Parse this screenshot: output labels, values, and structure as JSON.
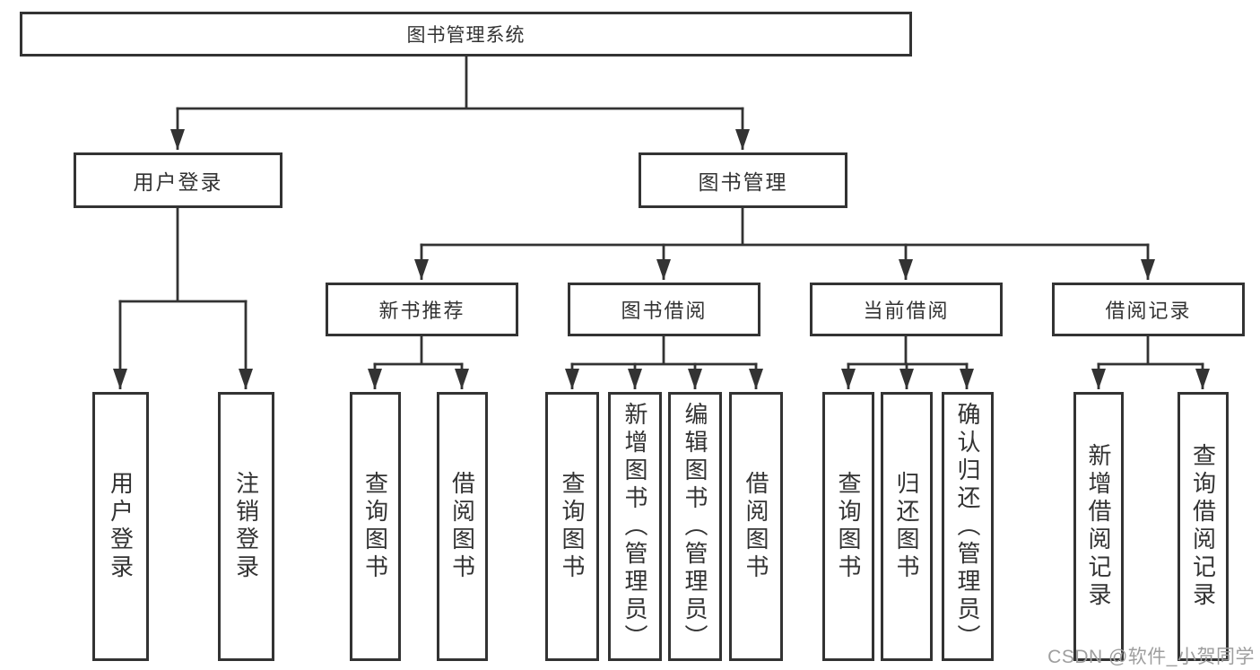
{
  "diagram": {
    "root": {
      "label": "图书管理系统"
    },
    "branches": [
      {
        "label": "用户登录",
        "children": [
          {
            "label": "用户登录"
          },
          {
            "label": "注销登录"
          }
        ]
      },
      {
        "label": "图书管理",
        "children": [
          {
            "label": "新书推荐",
            "children": [
              {
                "label": "查询图书"
              },
              {
                "label": "借阅图书"
              }
            ]
          },
          {
            "label": "图书借阅",
            "children": [
              {
                "label": "查询图书"
              },
              {
                "label": "新增图书（管理员）"
              },
              {
                "label": "编辑图书（管理员）"
              },
              {
                "label": "借阅图书"
              }
            ]
          },
          {
            "label": "当前借阅",
            "children": [
              {
                "label": "查询图书"
              },
              {
                "label": "归还图书"
              },
              {
                "label": "确认归还（管理员）"
              }
            ]
          },
          {
            "label": "借阅记录",
            "children": [
              {
                "label": "新增借阅记录"
              },
              {
                "label": "查询借阅记录"
              }
            ]
          }
        ]
      }
    ]
  },
  "watermark": {
    "text": "CSDN @软件_小贺同学"
  },
  "colors": {
    "line": "#333333",
    "text": "#333333",
    "watermark": "#9e9e9e"
  }
}
